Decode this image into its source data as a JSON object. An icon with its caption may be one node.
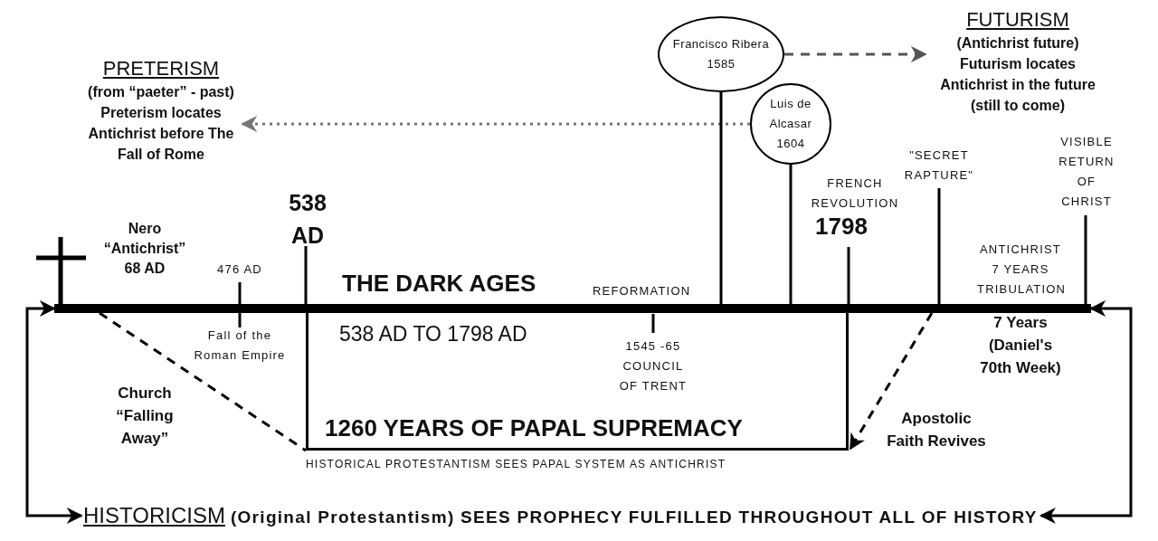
{
  "diagram": {
    "nodes": [
      {
        "text": [
          "PRETERISM",
          "(from “paeter” - past) Preterism locates Antichrist before The Fall of Rome"
        ]
      },
      {
        "text": [
          "Francisco Ribera 1585"
        ]
      },
      {
        "text": [
          "FUTURISM",
          "(Antichrist future) Futurism locates Antichrist in the future (still to come)"
        ]
      },
      {
        "text": [
          "Luis de Alcasar 1604"
        ]
      },
      {
        "text": [
          "HISTORICISM",
          "(Original Protestantism) SEES PROPHECY FULFILLED THROUGHOUT ALL OF HISTORY"
        ]
      },
      {
        "text": [],
        "shape": "bar"
      },
      {
        "text": [
          "538 AD TO 1798 AD",
          "1260 YEARS OF PAPAL SUPREMACY"
        ],
        "beside": [
          "HISTORICAL PROTESTANTISM SEES PAPAL SYSTEM AS ANTICHRIST"
        ]
      }
    ],
    "edges": [
      {
        "from": 1,
        "to": 2,
        "arrow": "to",
        "style": "dashed",
        "color": "#555555"
      },
      {
        "from": 3,
        "to": 0,
        "arrow": "to",
        "style": "dashed",
        "color": "#777777"
      },
      {
        "from": 1,
        "to": 5,
        "arrow": "none"
      },
      {
        "from": 3,
        "to": 5,
        "arrow": "none"
      },
      {
        "from": 5,
        "to": 4,
        "arrow": "both"
      },
      {
        "from": 5,
        "to": 4,
        "arrow": "both"
      },
      {
        "from": 5,
        "to": 6,
        "arrow": "none",
        "style": "dashed",
        "label": "Church “Falling Away”"
      },
      {
        "from": 5,
        "to": 6,
        "arrow": "to",
        "style": "dashed",
        "label": "Apostolic Faith Revives"
      }
    ],
    "labels": [
      "538 AD",
      "Nero “Antichrist” 68 AD",
      "476 AD",
      "THE DARK AGES",
      "REFORMATION",
      "Fall of the Roman Empire",
      "1545 -65 COUNCIL OF TRENT",
      "FRENCH REVOLUTION",
      "1798",
      "\"SECRET RAPTURE\"",
      "VISIBLE RETURN OF CHRIST",
      "ANTICHRIST 7 YEARS TRIBULATION",
      "7 Years (Daniel's 70th Week)"
    ]
  }
}
